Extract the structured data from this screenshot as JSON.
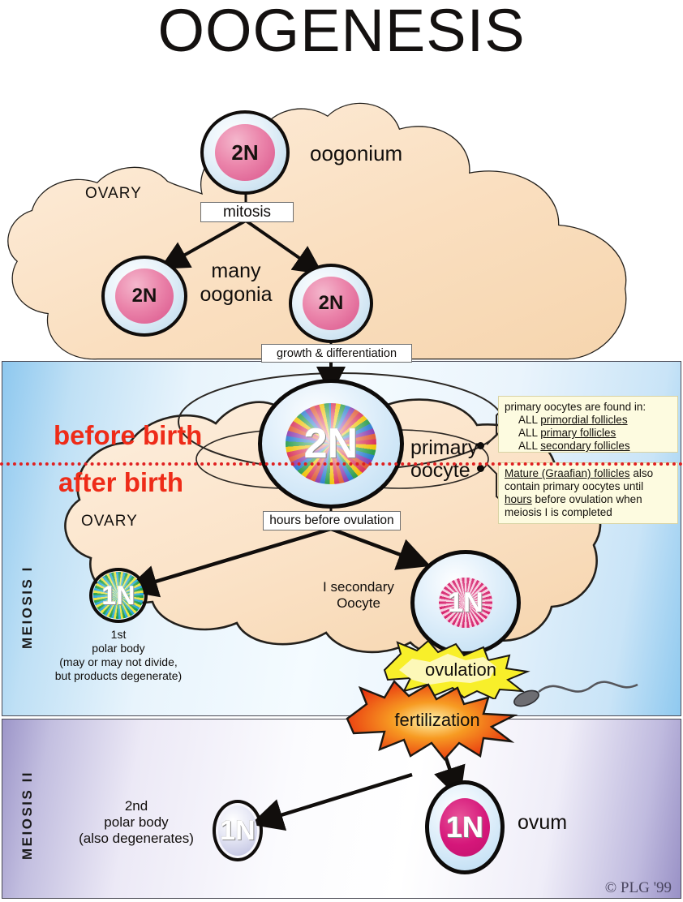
{
  "title": "OOGENESIS",
  "panels": {
    "meiosis_1_label": "MEIOSIS I",
    "meiosis_2_label": "MEIOSIS II",
    "meiosis_1_color": "#cfe8f8",
    "meiosis_2_color": "#d6d2ea"
  },
  "ovary_labels": {
    "top": "OVARY",
    "bottom": "OVARY"
  },
  "birth_divider": {
    "before": "before birth",
    "after": "after birth",
    "color": "#ee2b18"
  },
  "cells": {
    "oogonium": {
      "ploidy": "2N",
      "label": "oogonium"
    },
    "oogonia_left": {
      "ploidy": "2N"
    },
    "oogonia_right": {
      "ploidy": "2N"
    },
    "many_oogonia_label": "many\noogonia",
    "many_oogonia_line1": "many",
    "many_oogonia_line2": "oogonia",
    "primary_oocyte": {
      "ploidy": "2N",
      "label_line1": "primary",
      "label_line2": "oocyte"
    },
    "first_polar_body": {
      "ploidy": "1N",
      "label_line1": "1st",
      "label_line2": "polar body",
      "label_line3": "(may or may not divide,",
      "label_line4": "but products degenerate)"
    },
    "secondary_oocyte": {
      "ploidy": "1N",
      "label_line1": "I secondary",
      "label_line2": "Oocyte"
    },
    "second_polar_body": {
      "ploidy": "1N",
      "label_line1": "2nd",
      "label_line2": "polar body",
      "label_line3": "(also degenerates)"
    },
    "ovum": {
      "ploidy": "1N",
      "label": "ovum"
    }
  },
  "process_boxes": {
    "mitosis": "mitosis",
    "growth": "growth & differentiation",
    "hours_before_ovulation": "hours before ovulation"
  },
  "bursts": {
    "ovulation": {
      "text": "ovulation",
      "color": "#f7ee22"
    },
    "fertilization": {
      "text": "fertilization",
      "color": "#ef3a14"
    }
  },
  "notes": {
    "note1": {
      "line1": "primary oocytes are found in:",
      "line2_prefix": "ALL ",
      "line2_underline": "primordial follicles",
      "line3_prefix": "ALL ",
      "line3_underline": "primary follicles",
      "line4_prefix": "ALL ",
      "line4_underline": "secondary follicles"
    },
    "note2": {
      "line1_underline": "Mature (Graafian) follicles",
      "line1_suffix": " also",
      "line2": "contain primary oocytes until",
      "line3_underline": "hours",
      "line3_suffix": " before ovulation when",
      "line4": "meiosis I is completed"
    }
  },
  "sperm": {
    "name": "sperm-cell"
  },
  "copyright": "© PLG '99"
}
